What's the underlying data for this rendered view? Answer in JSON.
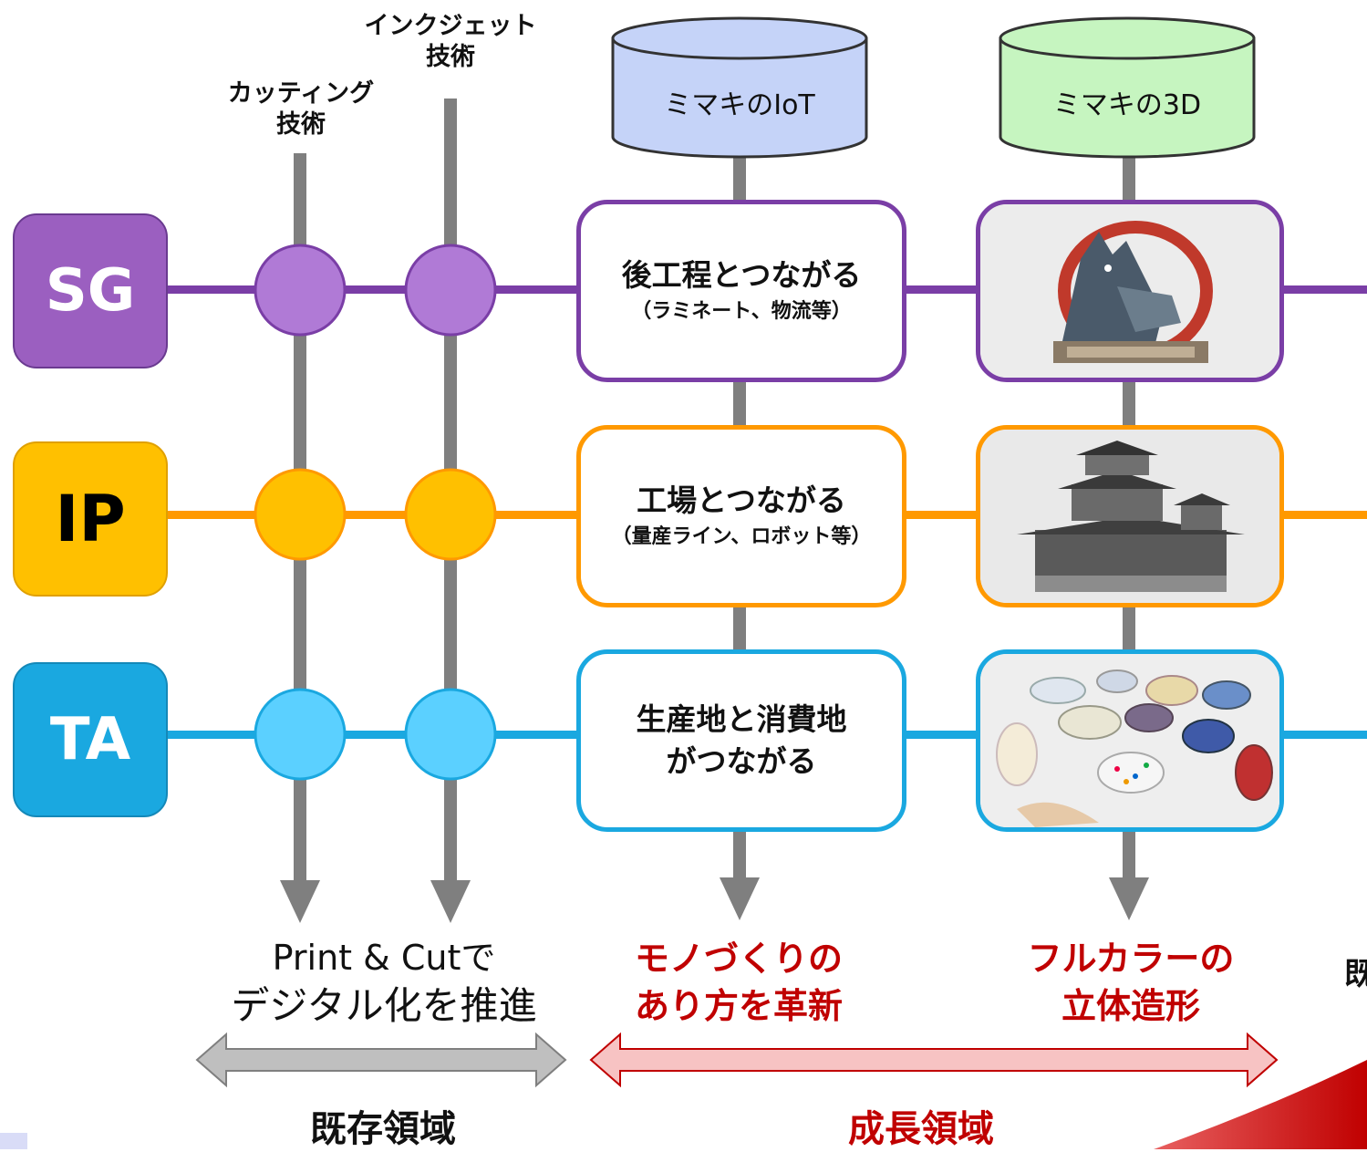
{
  "colors": {
    "sg": "#9b5fc0",
    "sg_fill": "#b07ad6",
    "sg_line": "#7a3ea6",
    "ip": "#ffc000",
    "ip_fill": "#ffc000",
    "ip_line": "#ff9900",
    "ta": "#1aa8e0",
    "ta_fill": "#5bd0ff",
    "ta_line": "#1aa8e0",
    "axis": "#7f7f7f",
    "growth_text": "#c00000",
    "iot_cyl": "#c5d3f8",
    "d3_cyl": "#c6f5c0"
  },
  "tech_columns": {
    "cutting": {
      "label_line1": "カッティング",
      "label_line2": "技術"
    },
    "inkjet": {
      "label_line1": "インクジェット",
      "label_line2": "技術"
    },
    "iot": {
      "label": "ミマキのIoT"
    },
    "d3": {
      "label": "ミマキの3D"
    }
  },
  "segments": [
    {
      "code": "SG",
      "iot_main_1": "後工程とつながる",
      "iot_main_2": "",
      "iot_sub": "（ラミネート、物流等）",
      "photo_icon": "dragon-model-photo"
    },
    {
      "code": "IP",
      "iot_main_1": "工場とつながる",
      "iot_main_2": "",
      "iot_sub": "（量産ライン、ロボット等）",
      "photo_icon": "castle-model-photo"
    },
    {
      "code": "TA",
      "iot_main_1": "生産地と消費地",
      "iot_main_2": "がつながる",
      "iot_sub": "",
      "photo_icon": "buttons-photo"
    }
  ],
  "outcomes": {
    "existing": {
      "line1": "Print & Cutで",
      "line2": "デジタル化を推進"
    },
    "iot": {
      "line1": "モノづくりの",
      "line2": "あり方を革新"
    },
    "d3": {
      "line1": "フルカラーの",
      "line2": "立体造形"
    },
    "cut_off_char": "既"
  },
  "regions": {
    "existing": "既存領域",
    "growth": "成長領域"
  }
}
